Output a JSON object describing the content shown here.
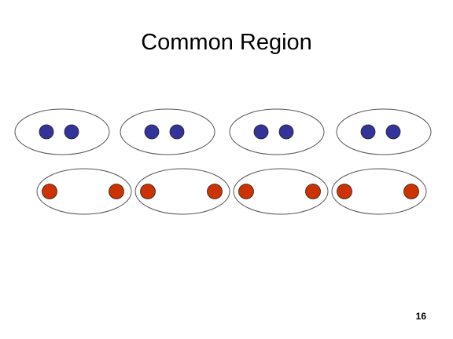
{
  "slide": {
    "title": "Common Region",
    "page_number": "16"
  },
  "colors": {
    "outline": "#555555",
    "blue_dot": "#333399",
    "red_dot": "#cc3300",
    "dot_stroke": "#222222"
  },
  "rows": [
    {
      "name": "blue-row",
      "dot_color": "blue",
      "groups": 4,
      "dots_per_group": 2
    },
    {
      "name": "red-row",
      "dot_color": "red",
      "groups": 4,
      "dots_per_group": 2
    }
  ]
}
